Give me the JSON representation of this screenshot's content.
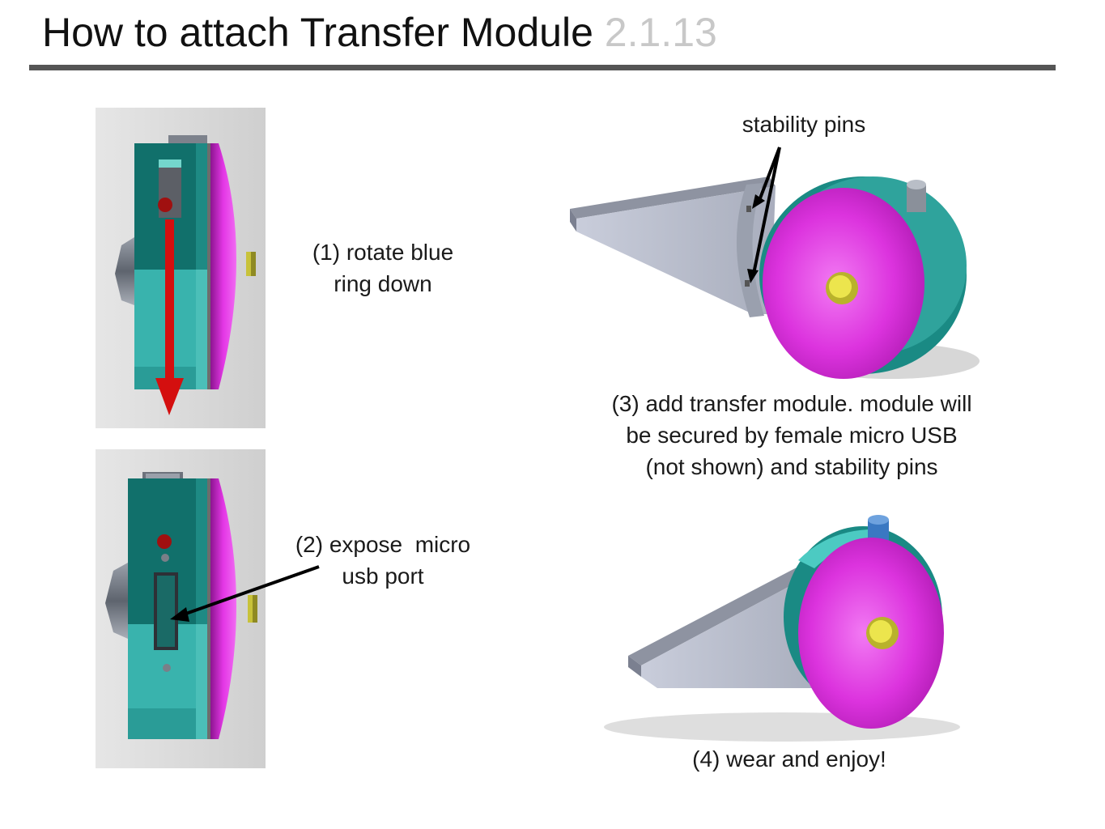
{
  "title": {
    "text": "How to attach Transfer Module",
    "version": "2.1.13"
  },
  "steps": {
    "step1": {
      "line1": "(1) rotate blue",
      "line2": "ring down"
    },
    "step2": {
      "line1": "(2) expose  micro",
      "line2": "usb port"
    },
    "step3": {
      "line1": "(3) add transfer module. module will",
      "line2": "be secured by female micro USB",
      "line3": "(not shown) and stability pins"
    },
    "step4": {
      "text": "(4) wear and enjoy!"
    }
  },
  "labels": {
    "stability_pins": "stability pins"
  },
  "colors": {
    "teal": "#2f9e98",
    "teal_dark": "#0f6f6a",
    "magenta": "#d21fd6",
    "red_arrow": "#d40f0f",
    "gray_part": "#b7bccb",
    "yellow_pin": "#e8e34a"
  }
}
